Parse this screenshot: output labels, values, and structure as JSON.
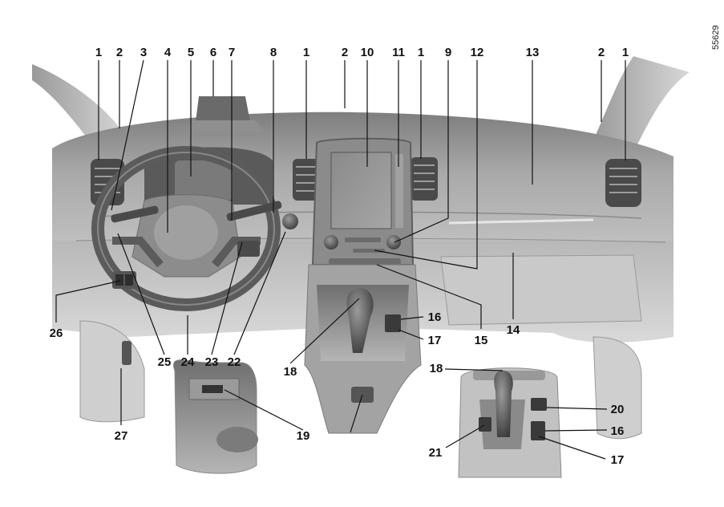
{
  "figure": {
    "reference": "55629",
    "callouts": [
      {
        "id": "c1a",
        "label": "1"
      },
      {
        "id": "c2a",
        "label": "2"
      },
      {
        "id": "c3",
        "label": "3"
      },
      {
        "id": "c4",
        "label": "4"
      },
      {
        "id": "c5",
        "label": "5"
      },
      {
        "id": "c6",
        "label": "6"
      },
      {
        "id": "c7",
        "label": "7"
      },
      {
        "id": "c8",
        "label": "8"
      },
      {
        "id": "c1b",
        "label": "1"
      },
      {
        "id": "c2b",
        "label": "2"
      },
      {
        "id": "c10",
        "label": "10"
      },
      {
        "id": "c11",
        "label": "11"
      },
      {
        "id": "c1c",
        "label": "1"
      },
      {
        "id": "c9",
        "label": "9"
      },
      {
        "id": "c12",
        "label": "12"
      },
      {
        "id": "c13",
        "label": "13"
      },
      {
        "id": "c2c",
        "label": "2"
      },
      {
        "id": "c1d",
        "label": "1"
      },
      {
        "id": "c16a",
        "label": "16"
      },
      {
        "id": "c17a",
        "label": "17"
      },
      {
        "id": "c15",
        "label": "15"
      },
      {
        "id": "c14",
        "label": "14"
      },
      {
        "id": "c18a",
        "label": "18"
      },
      {
        "id": "c22",
        "label": "22"
      },
      {
        "id": "c23",
        "label": "23"
      },
      {
        "id": "c24",
        "label": "24"
      },
      {
        "id": "c25",
        "label": "25"
      },
      {
        "id": "c26",
        "label": "26"
      },
      {
        "id": "c27",
        "label": "27"
      },
      {
        "id": "c19",
        "label": "19"
      },
      {
        "id": "c18b",
        "label": "18"
      },
      {
        "id": "c20",
        "label": "20"
      },
      {
        "id": "c16b",
        "label": "16"
      },
      {
        "id": "c21",
        "label": "21"
      },
      {
        "id": "c17b",
        "label": "17"
      }
    ]
  }
}
